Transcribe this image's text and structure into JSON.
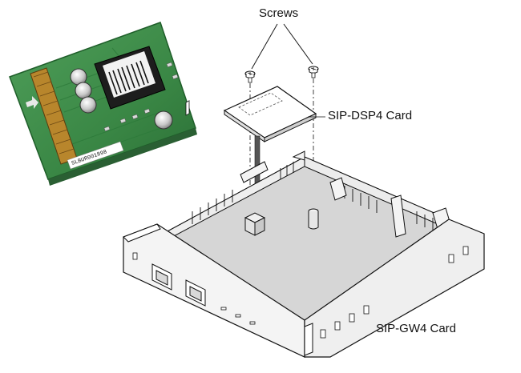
{
  "labels": {
    "screws": "Screws",
    "sip_dsp4_card": "SIP-DSP4 Card",
    "sip_gw4_card": "SIP-GW4 Card"
  },
  "photo": {
    "board_label": "SLBUR001898"
  },
  "colors": {
    "pcb": "#3f8f4a",
    "pcb_dark": "#1f5e2a",
    "line": "#1a1a1a",
    "base_fill": "#f3f3f3",
    "base_floor": "#d9d9d9"
  }
}
